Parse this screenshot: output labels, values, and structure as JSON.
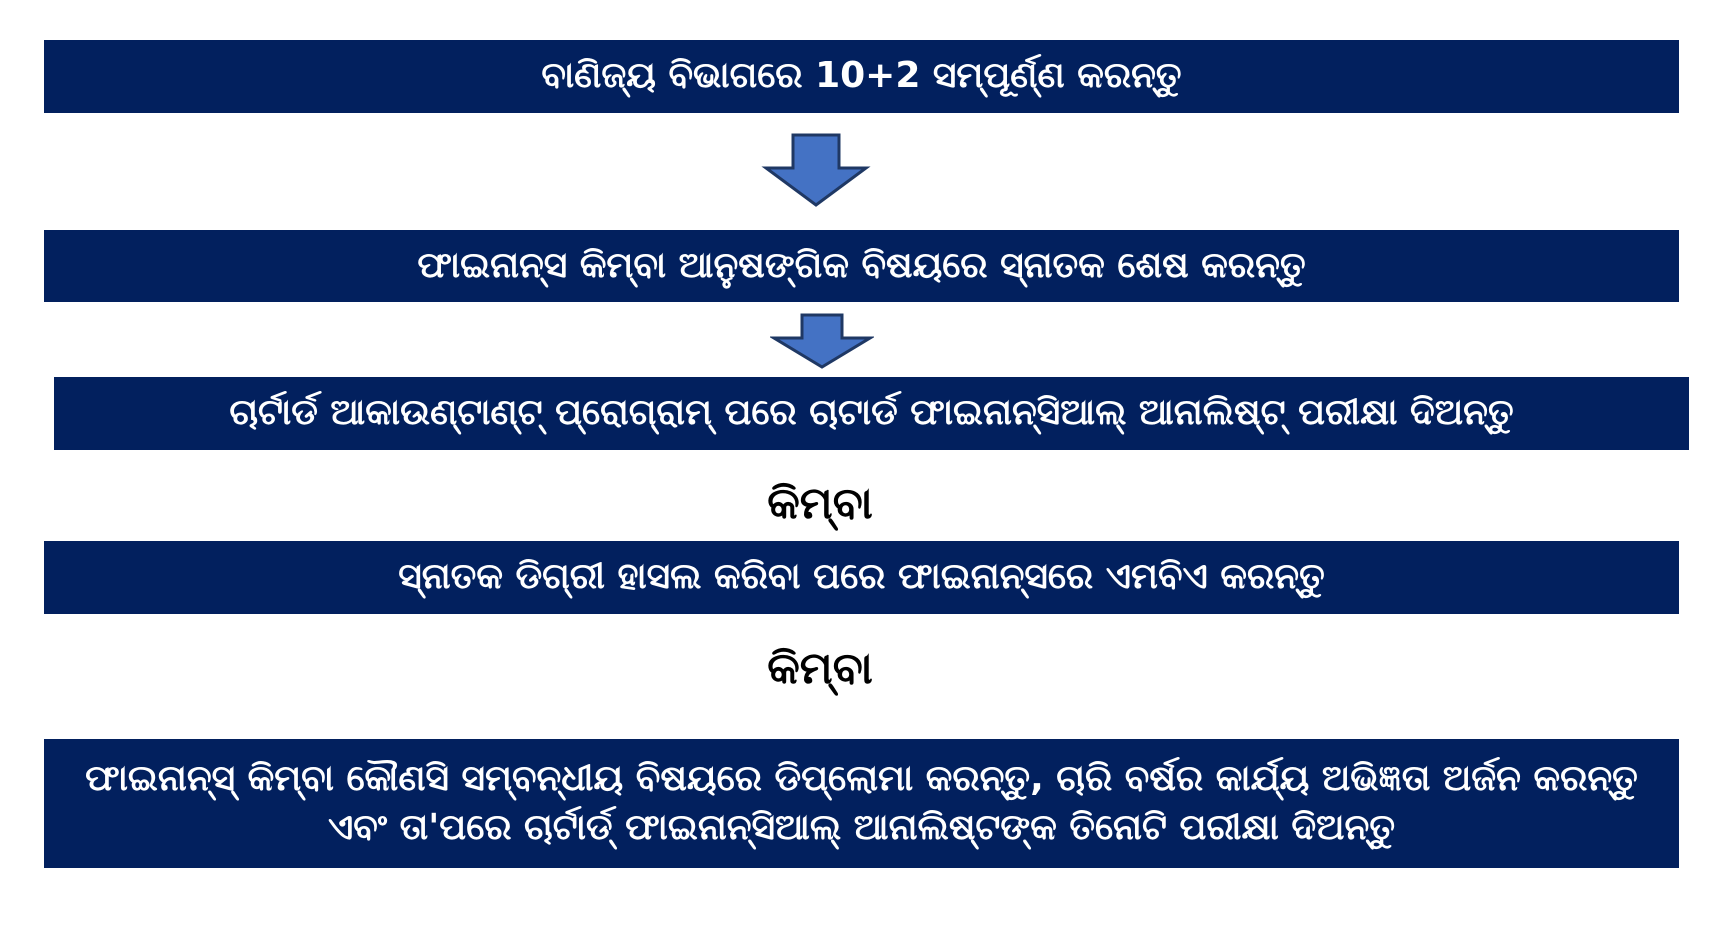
{
  "steps": [
    {
      "text": "ବାଣିଜ୍ୟ ବିଭାଗରେ 10+2 ସମ୍ପୂର୍ଣ୍ଣ କରନ୍ତୁ"
    },
    {
      "text": "ଫାଇନାନ୍ସ କିମ୍ବା ଆନୁଷଙ୍ଗିକ ବିଷୟରେ ସ୍ନାତକ ଶେଷ କରନ୍ତୁ"
    },
    {
      "text": "ଚାର୍ଟାର୍ଡ ଆକାଉଣ୍ଟାଣ୍ଟ୍ ପ୍ରୋଗ୍ରାମ୍ ପରେ ଚାଟାର୍ଡ ଫାଇନାନ୍ସିଆଲ୍ ଆନାଲିଷ୍ଟ୍  ପରୀକ୍ଷା ଦିଅନ୍ତୁ"
    },
    {
      "text": "ସ୍ନାତକ ଡିଗ୍ରୀ ହାସଲ କରିବା ପରେ ଫାଇନାନ୍ସରେ ଏମବିଏ କରନ୍ତୁ"
    },
    {
      "line1": "ଫାଇନାନ୍ସ୍ କିମ୍ବା କୌଣସି ସମ୍ବନ୍ଧୀୟ ବିଷୟରେ ଡିପ୍ଲୋମା କରନ୍ତୁ, ଚାରି ବର୍ଷର କାର୍ଯ୍ୟ ଅଭିଜ୍ଞତା ଅର୍ଜନ କରନ୍ତୁ",
      "line2": "ଏବଂ ତା'ପରେ ଚାର୍ଟାର୍ଡ୍ ଫାଇନାନ୍ସିଆଲ୍ ଆନାଲିଷ୍ଟଙ୍କ ତିନୋଟି ପରୀକ୍ଷା ଦିଅନ୍ତୁ"
    }
  ],
  "separators": [
    "କିମ୍ବା",
    "କିମ୍ବା"
  ],
  "colors": {
    "box": "#02205e",
    "arrow": "#4472c4",
    "arrow_border": "#1f3864"
  }
}
